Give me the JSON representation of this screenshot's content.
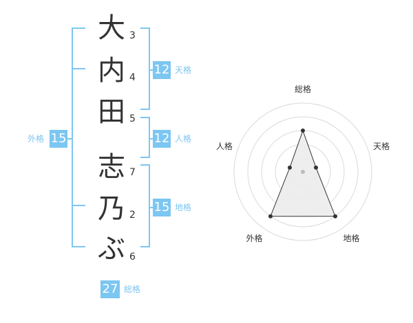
{
  "name": {
    "chars": [
      {
        "char": "大",
        "strokes": "3"
      },
      {
        "char": "内",
        "strokes": "4"
      },
      {
        "char": "田",
        "strokes": "5"
      },
      {
        "char": "志",
        "strokes": "7"
      },
      {
        "char": "乃",
        "strokes": "2"
      },
      {
        "char": "ぶ",
        "strokes": "6"
      }
    ]
  },
  "fortune": {
    "tenkaku": {
      "value": "12",
      "label": "天格"
    },
    "jinkaku": {
      "value": "12",
      "label": "人格"
    },
    "chikaku": {
      "value": "15",
      "label": "地格"
    },
    "gaikaku": {
      "value": "15",
      "label": "外格"
    },
    "soukaku": {
      "value": "27",
      "label": "総格"
    }
  },
  "colors": {
    "accent": "#7cc6f2",
    "text": "#333333",
    "grid": "#d9d9d9",
    "fill": "#ececec"
  },
  "chart_data": {
    "type": "radar",
    "axes": [
      "総格",
      "天格",
      "地格",
      "外格",
      "人格"
    ],
    "values": [
      3,
      1,
      4,
      4,
      1
    ],
    "max": 5,
    "grid": true
  }
}
